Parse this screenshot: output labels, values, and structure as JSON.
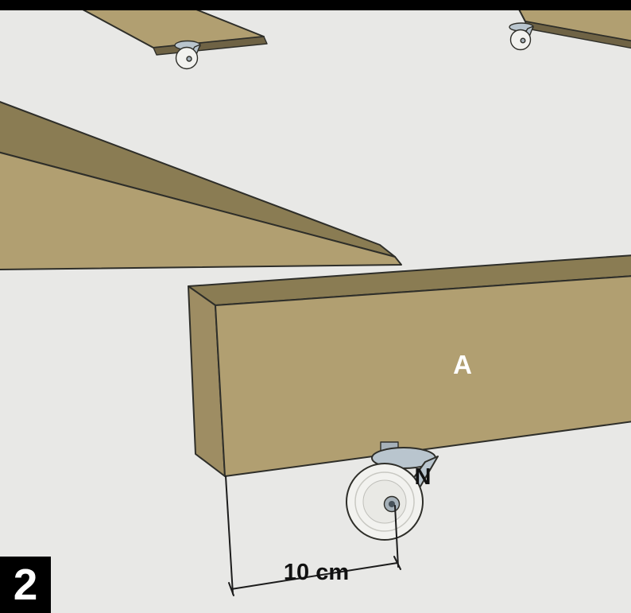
{
  "figure": {
    "step": {
      "number": "2"
    },
    "labels": {
      "board": "A",
      "caster": "N"
    },
    "dimension": {
      "label": "10 cm"
    },
    "icons": {
      "caster_large": "swivel-caster-icon",
      "caster_small": "swivel-caster-icon"
    },
    "colors": {
      "background": "#e8e8e6",
      "frame_bar": "#000000",
      "wood_front": "#b19f71",
      "wood_top": "#8a7c53",
      "wood_end": "#9e8d63",
      "wood_edge_dark": "#6f6345",
      "outline": "#2e2e29",
      "caster_bracket": "#b9c5ce",
      "wheel_face": "#f2f2ef",
      "wheel_inner": "#e9e9e5",
      "hub": "#a6b1b9",
      "hub_bolt": "#47525a",
      "label_light": "#ffffff",
      "label_dark": "#111111",
      "step_bg": "#000000",
      "step_text": "#ffffff"
    }
  }
}
